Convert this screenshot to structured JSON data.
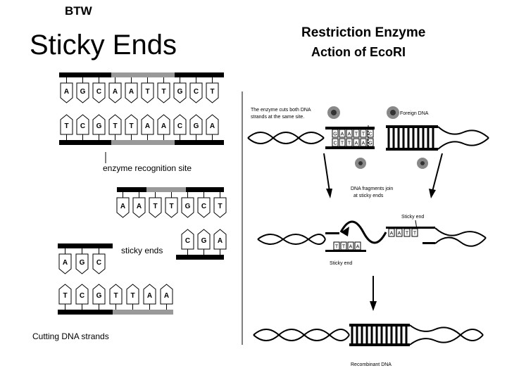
{
  "header": {
    "btw": "BTW",
    "title": "Sticky Ends"
  },
  "right_title": {
    "line1": "Restriction Enzyme",
    "line2": "Action of EcoRI"
  },
  "left_panel": {
    "top_strand": {
      "top_bases": [
        "A",
        "G",
        "C",
        "A",
        "A",
        "T",
        "T",
        "G",
        "C",
        "T"
      ],
      "bottom_bases": [
        "T",
        "C",
        "G",
        "T",
        "T",
        "A",
        "A",
        "C",
        "G",
        "A"
      ]
    },
    "recognition_label": "enzyme recognition site",
    "fragment_right": {
      "top_bases": [
        "A",
        "A",
        "T",
        "T",
        "G",
        "C",
        "T"
      ],
      "bottom_bases": [
        "C",
        "G",
        "A"
      ]
    },
    "sticky_label": "sticky ends",
    "fragment_left": {
      "top_bases": [
        "A",
        "G",
        "C"
      ],
      "bottom_bases": [
        "T",
        "C",
        "G",
        "T",
        "T",
        "A",
        "A"
      ]
    },
    "cutting_label": "Cutting DNA strands"
  },
  "right_panel": {
    "enzyme_note_1": "The enzyme cuts both DNA",
    "enzyme_note_2": "strands at the same site.",
    "foreign_dna": "Foreign DNA",
    "fragments_note_1": "DNA fragments join",
    "fragments_note_2": "at sticky ends",
    "sticky_end_top": "Sticky end",
    "sticky_end_bottom": "Sticky end",
    "recombinant": "Recombinant DNA",
    "mid_bases": [
      "A",
      "A",
      "T",
      "T"
    ],
    "mid_bases_left": [
      "T",
      "T",
      "A",
      "A"
    ],
    "cut_top_bases": [
      "G",
      "A",
      "A",
      "T",
      "T",
      "C"
    ],
    "cut_bottom_bases": [
      "C",
      "T",
      "T",
      "A",
      "A",
      "G"
    ]
  }
}
